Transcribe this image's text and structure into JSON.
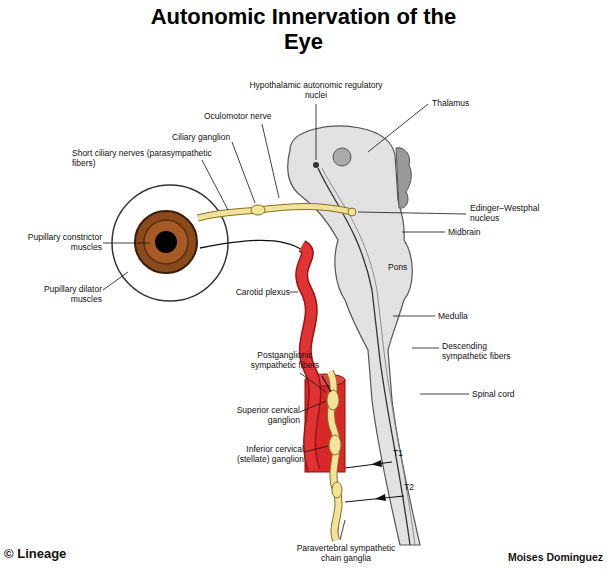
{
  "diagram": {
    "title": "Autonomic Innervation of the Eye",
    "labels": [
      "Hypothalamic autonomic regulatory nuclei",
      "Oculomotor nerve",
      "Ciliary ganglion",
      "Short ciliary nerves (parasympathetic fibers)",
      "Thalamus",
      "Edinger–Westphal nucleus",
      "Midbrain",
      "Pupillary constrictor muscles",
      "Pupillary dilator muscles",
      "Pons",
      "Carotid plexus",
      "Medulla",
      "Descending sympathetic fibers",
      "Postganglionic sympathetic fibers",
      "Spinal cord",
      "Superior cervical ganglion",
      "Inferior cervical (stellate) ganglion",
      "T1",
      "T2",
      "Paravertebral sympathetic chain ganglia",
      "© Lineage",
      "Moises Dominguez"
    ]
  }
}
